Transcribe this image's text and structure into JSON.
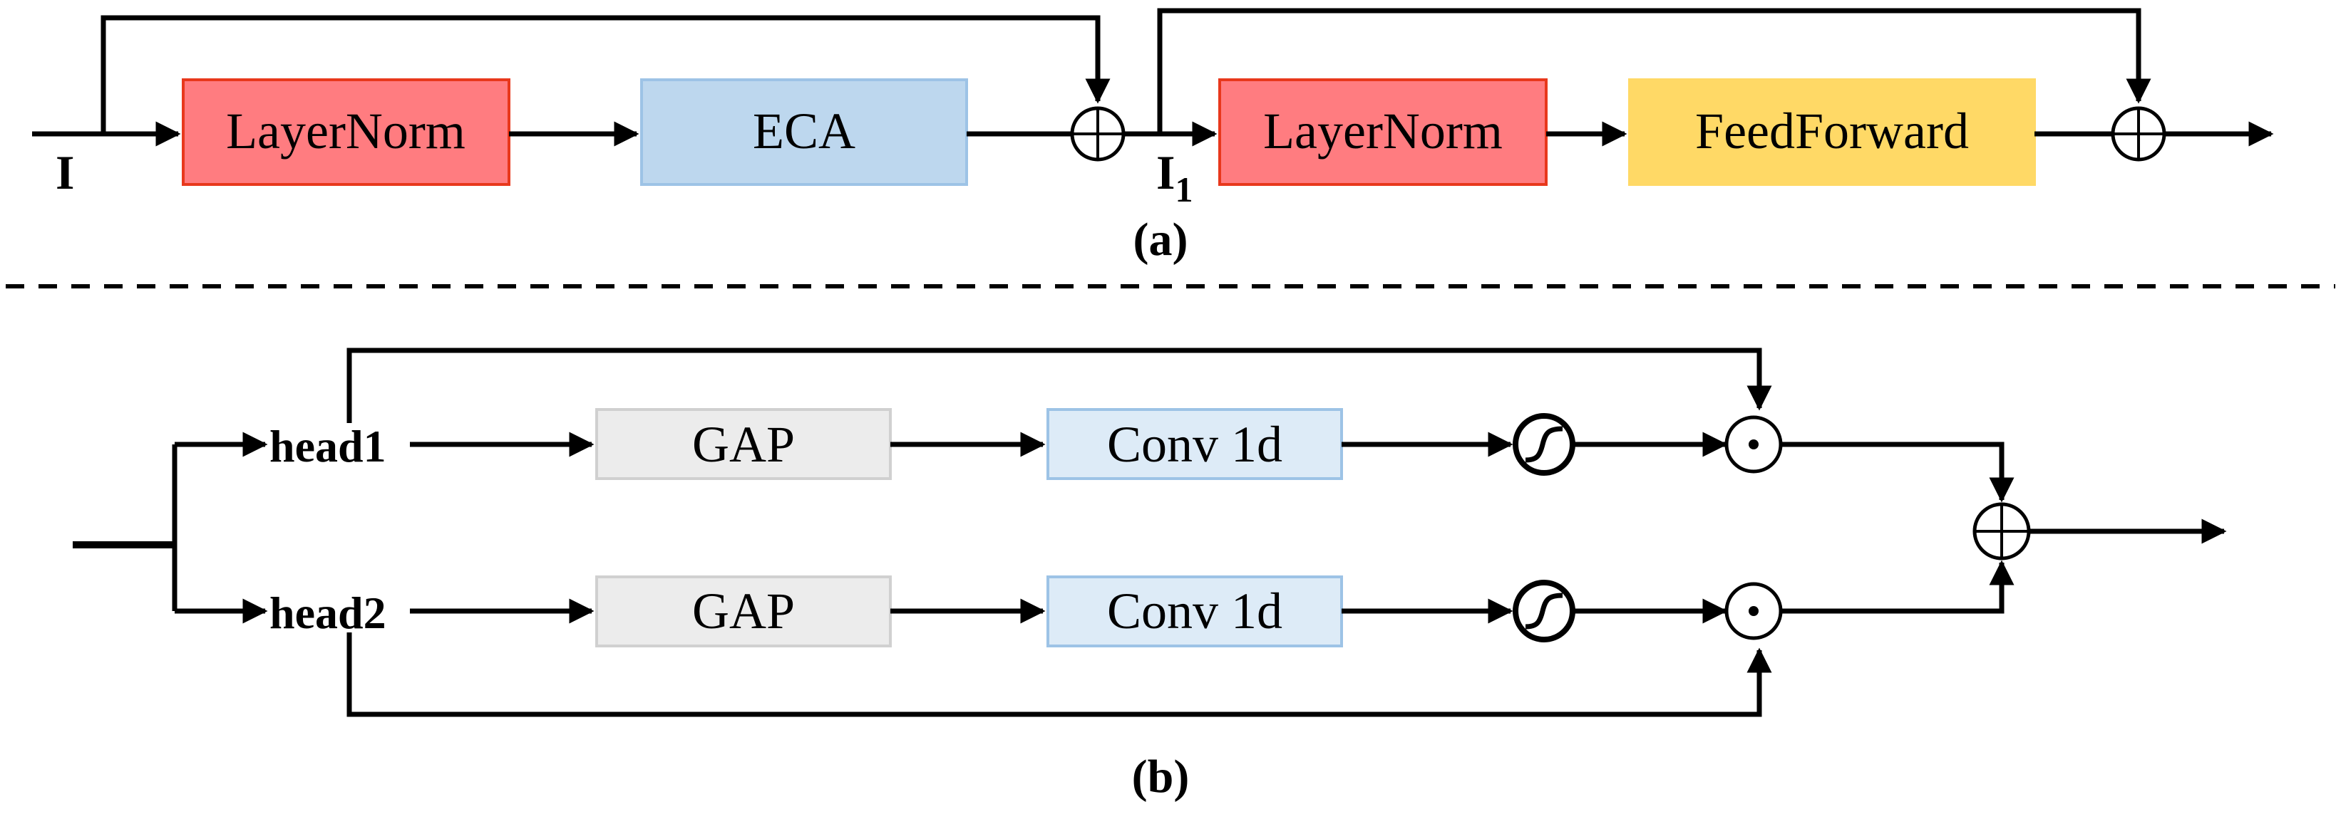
{
  "colors": {
    "layernorm_fill": "#ff7c80",
    "layernorm_stroke": "#e8381c",
    "eca_fill": "#bdd7ee",
    "eca_stroke": "#9dc3e6",
    "feedforward_fill": "#ffd966",
    "gap_fill": "#ececec",
    "gap_stroke": "#d0d0d0",
    "conv_fill": "#ddebf7",
    "conv_stroke": "#9dc3e6"
  },
  "part_a": {
    "caption": "(a)",
    "input_label": "I",
    "mid_label_main": "I",
    "mid_label_sub": "1",
    "layernorm1": "LayerNorm",
    "eca": "ECA",
    "layernorm2": "LayerNorm",
    "feedforward": "FeedForward"
  },
  "part_b": {
    "caption": "(b)",
    "head1": "head1",
    "head2": "head2",
    "gap1": "GAP",
    "gap2": "GAP",
    "conv1": "Conv 1d",
    "conv2": "Conv 1d"
  }
}
